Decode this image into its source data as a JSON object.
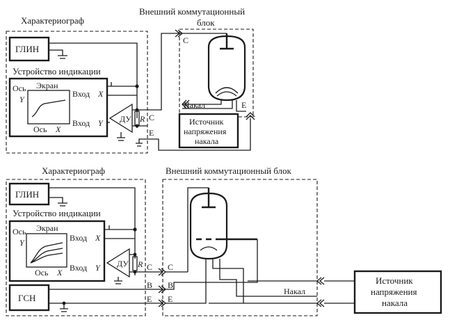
{
  "top_circuit": {
    "char_title": "Характериограф",
    "ext_title_line1": "Внешний коммутационный",
    "ext_title_line2": "блок",
    "glin": "ГЛИН",
    "indication": "Устройство индикации",
    "screen": "Экран",
    "axis_y_word": "Ось",
    "axis_y_var": "Y",
    "axis_x_word": "Ось",
    "axis_x_var": "X",
    "input_x_word": "Вход",
    "input_x_var": "X",
    "input_y_word": "Вход",
    "input_y_var": "Y",
    "amp": "ДУ",
    "resistor": "R",
    "term_c_left": "С",
    "term_e_left": "Е",
    "term_c_right": "С",
    "heater": "Накал",
    "term_e_right": "Е",
    "heater_supply_line1": "Источник",
    "heater_supply_line2": "напряжения",
    "heater_supply_line3": "накала"
  },
  "bottom_circuit": {
    "char_title": "Характериограф",
    "ext_title": "Внешний коммутационный блок",
    "glin": "ГЛИН",
    "indication": "Устройство индикации",
    "screen": "Экран",
    "axis_y_word": "Ось",
    "axis_y_var": "Y",
    "axis_x_word": "Ось",
    "axis_x_var": "X",
    "input_x_word": "Вход",
    "input_x_var": "X",
    "input_y_word": "Вход",
    "input_y_var": "Y",
    "amp": "ДУ",
    "resistor": "R",
    "gsn": "ГСН",
    "term_c_left": "С",
    "term_b_left": "В",
    "term_e_left": "Е",
    "term_c_right": "С",
    "term_b_right": "В",
    "term_e_right": "Е",
    "heater": "Накал",
    "heater_supply_line1": "Источник",
    "heater_supply_line2": "напряжения",
    "heater_supply_line3": "накала"
  }
}
